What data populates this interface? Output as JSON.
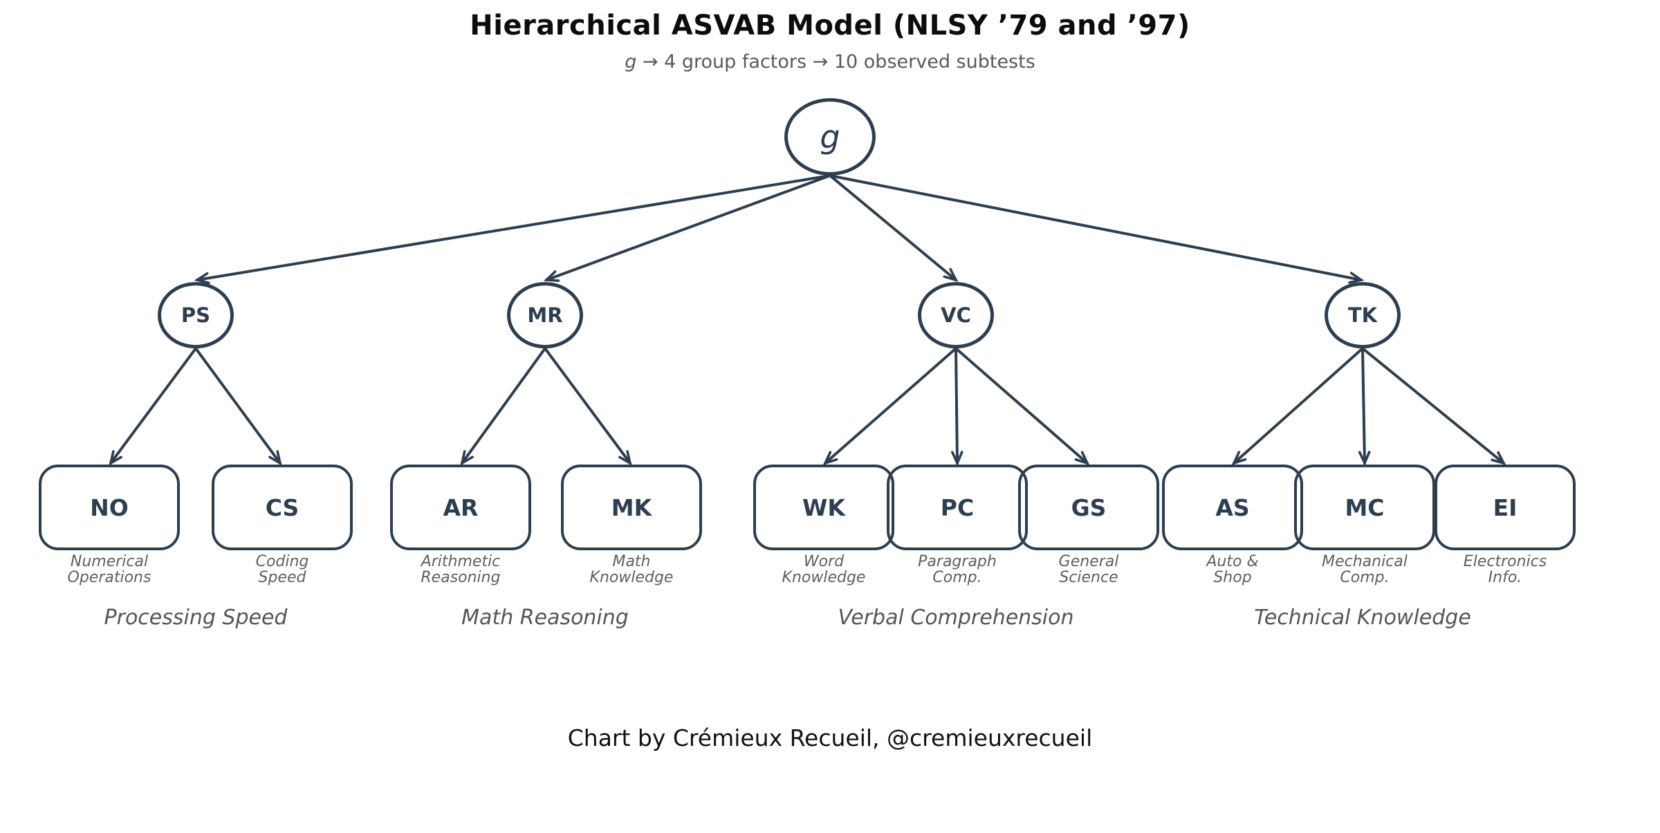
{
  "title": "Hierarchical ASVAB Model (NLSY ’79 and ’97)",
  "subtitle": {
    "g": "g",
    "rest": " → 4 group factors → 10 observed subtests"
  },
  "footer": "Chart by Crémieux Recueil, @cremieuxrecueil",
  "g_factor": {
    "label": "g"
  },
  "groups": [
    {
      "id": "PS",
      "label": "PS",
      "name": "Processing Speed",
      "children": [
        {
          "id": "NO",
          "label": "NO",
          "sub1": "Numerical",
          "sub2": "Operations"
        },
        {
          "id": "CS",
          "label": "CS",
          "sub1": "Coding",
          "sub2": "Speed"
        }
      ]
    },
    {
      "id": "MR",
      "label": "MR",
      "name": "Math Reasoning",
      "children": [
        {
          "id": "AR",
          "label": "AR",
          "sub1": "Arithmetic",
          "sub2": "Reasoning"
        },
        {
          "id": "MK",
          "label": "MK",
          "sub1": "Math",
          "sub2": "Knowledge"
        }
      ]
    },
    {
      "id": "VC",
      "label": "VC",
      "name": "Verbal Comprehension",
      "children": [
        {
          "id": "WK",
          "label": "WK",
          "sub1": "Word",
          "sub2": "Knowledge"
        },
        {
          "id": "PC",
          "label": "PC",
          "sub1": "Paragraph",
          "sub2": "Comp."
        },
        {
          "id": "GS",
          "label": "GS",
          "sub1": "General",
          "sub2": "Science"
        }
      ]
    },
    {
      "id": "TK",
      "label": "TK",
      "name": "Technical Knowledge",
      "children": [
        {
          "id": "AS",
          "label": "AS",
          "sub1": "Auto &",
          "sub2": "Shop"
        },
        {
          "id": "MC",
          "label": "MC",
          "sub1": "Mechanical",
          "sub2": "Comp."
        },
        {
          "id": "EI",
          "label": "EI",
          "sub1": "Electronics",
          "sub2": "Info."
        }
      ]
    }
  ],
  "colors": {
    "ink": "#2d3e50",
    "muted_text": "#555555",
    "sublabel_text": "#5f5f5f"
  }
}
